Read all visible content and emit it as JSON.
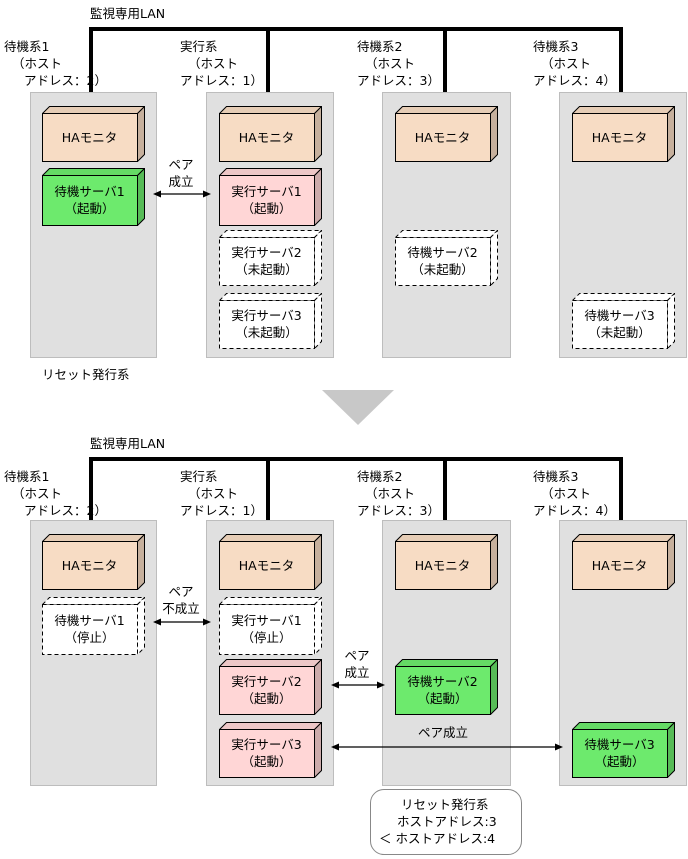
{
  "colors": {
    "panel": "#e0e0e0",
    "ha_monitor": "#f7dcc4",
    "active_running": "#ffd6d6",
    "standby_running": "#6dea6d",
    "stopped": "#ffffff",
    "lan": "#000000"
  },
  "top": {
    "lan_label": "監視専用LAN",
    "hosts": [
      {
        "name": "待機系1",
        "addr1": "（ホスト",
        "addr2": "アドレス：2）"
      },
      {
        "name": "実行系",
        "addr1": "（ホスト",
        "addr2": "アドレス：1）"
      },
      {
        "name": "待機系2",
        "addr1": "（ホスト",
        "addr2": "アドレス：3）"
      },
      {
        "name": "待機系3",
        "addr1": "（ホスト",
        "addr2": "アドレス：4）"
      }
    ],
    "ha": "HAモニタ",
    "servers": {
      "s1_standby": {
        "l1": "待機サーバ1",
        "l2": "（起動）"
      },
      "a1": {
        "l1": "実行サーバ1",
        "l2": "（起動）"
      },
      "a2": {
        "l1": "実行サーバ2",
        "l2": "（未起動）"
      },
      "a3": {
        "l1": "実行サーバ3",
        "l2": "（未起動）"
      },
      "s2_standby": {
        "l1": "待機サーバ2",
        "l2": "（未起動）"
      },
      "s3_standby": {
        "l1": "待機サーバ3",
        "l2": "（未起動）"
      }
    },
    "pair": {
      "l1": "ペア",
      "l2": "成立"
    },
    "reset_label": "リセット発行系"
  },
  "bottom": {
    "lan_label": "監視専用LAN",
    "hosts": [
      {
        "name": "待機系1",
        "addr1": "（ホスト",
        "addr2": "アドレス：2）"
      },
      {
        "name": "実行系",
        "addr1": "（ホスト",
        "addr2": "アドレス：1）"
      },
      {
        "name": "待機系2",
        "addr1": "（ホスト",
        "addr2": "アドレス：3）"
      },
      {
        "name": "待機系3",
        "addr1": "（ホスト",
        "addr2": "アドレス：4）"
      }
    ],
    "ha": "HAモニタ",
    "servers": {
      "s1_standby": {
        "l1": "待機サーバ1",
        "l2": "（停止）"
      },
      "a1": {
        "l1": "実行サーバ1",
        "l2": "（停止）"
      },
      "a2": {
        "l1": "実行サーバ2",
        "l2": "（起動）"
      },
      "a3": {
        "l1": "実行サーバ3",
        "l2": "（起動）"
      },
      "s2_standby": {
        "l1": "待機サーバ2",
        "l2": "（起動）"
      },
      "s3_standby": {
        "l1": "待機サーバ3",
        "l2": "（起動）"
      }
    },
    "pair_fail": {
      "l1": "ペア",
      "l2": "不成立"
    },
    "pair_ok": {
      "l1": "ペア",
      "l2": "成立"
    },
    "pair_long": "ペア成立",
    "callout": {
      "l1": "リセット発行系",
      "l2": "ホストアドレス:3",
      "l3": "＜ ホストアドレス:4"
    }
  }
}
